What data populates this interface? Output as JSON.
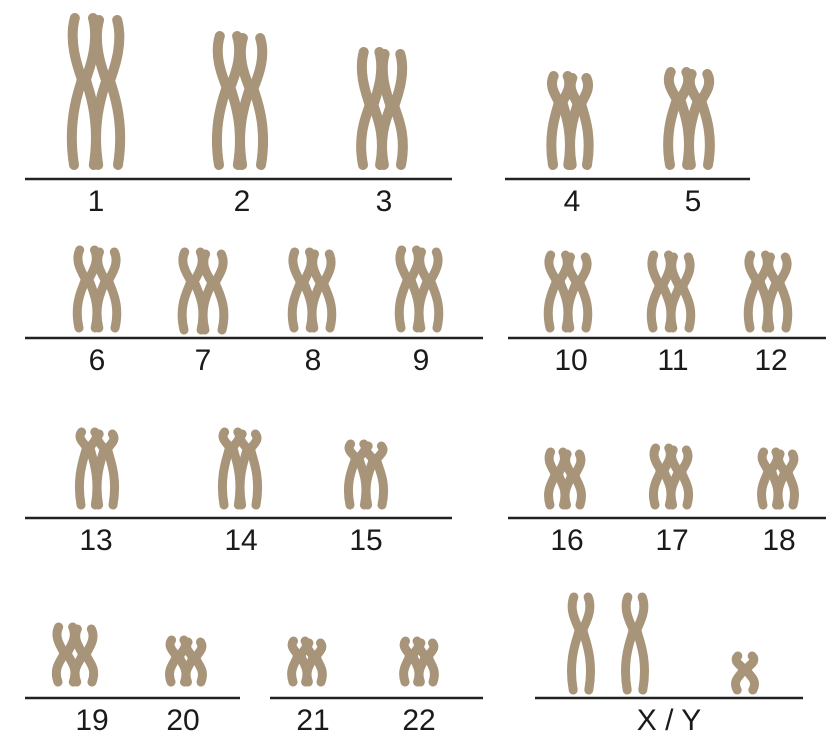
{
  "colors": {
    "chromosome": "#a89479",
    "rule": "#222222",
    "label": "#1a1a1a",
    "background": "#ffffff"
  },
  "groups": [
    {
      "id": "A",
      "pairs": [
        {
          "label": "1"
        },
        {
          "label": "2"
        },
        {
          "label": "3"
        }
      ]
    },
    {
      "id": "B",
      "pairs": [
        {
          "label": "4"
        },
        {
          "label": "5"
        }
      ]
    },
    {
      "id": "C1",
      "pairs": [
        {
          "label": "6"
        },
        {
          "label": "7"
        },
        {
          "label": "8"
        },
        {
          "label": "9"
        }
      ]
    },
    {
      "id": "C2",
      "pairs": [
        {
          "label": "10"
        },
        {
          "label": "11"
        },
        {
          "label": "12"
        }
      ]
    },
    {
      "id": "D",
      "pairs": [
        {
          "label": "13"
        },
        {
          "label": "14"
        },
        {
          "label": "15"
        }
      ]
    },
    {
      "id": "E",
      "pairs": [
        {
          "label": "16"
        },
        {
          "label": "17"
        },
        {
          "label": "18"
        }
      ]
    },
    {
      "id": "F",
      "pairs": [
        {
          "label": "19"
        },
        {
          "label": "20"
        }
      ]
    },
    {
      "id": "G",
      "pairs": [
        {
          "label": "21"
        },
        {
          "label": "22"
        }
      ]
    },
    {
      "id": "SEX",
      "pairs": [
        {
          "label": "X / Y"
        }
      ]
    }
  ]
}
